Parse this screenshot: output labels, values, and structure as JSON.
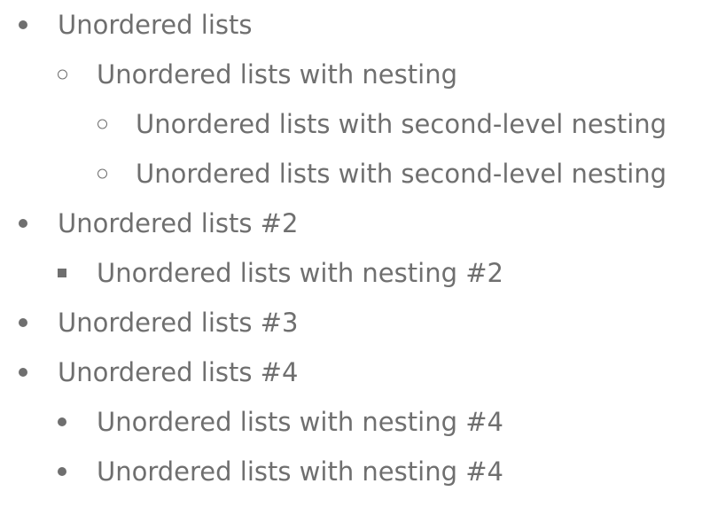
{
  "list": {
    "items": [
      {
        "label": "Unordered lists",
        "marker": "disc"
      },
      {
        "label": "Unordered lists with nesting",
        "marker": "circle"
      },
      {
        "label": "Unordered lists with second-level nesting",
        "marker": "circle"
      },
      {
        "label": "Unordered lists with second-level nesting",
        "marker": "circle"
      },
      {
        "label": "Unordered lists #2",
        "marker": "disc"
      },
      {
        "label": "Unordered lists with nesting #2",
        "marker": "square"
      },
      {
        "label": "Unordered lists #3",
        "marker": "disc"
      },
      {
        "label": "Unordered lists #4",
        "marker": "disc"
      },
      {
        "label": "Unordered lists with nesting #4",
        "marker": "disc"
      },
      {
        "label": "Unordered lists with nesting #4",
        "marker": "disc"
      }
    ]
  },
  "colors": {
    "text": "#6f6f6f",
    "background": "#ffffff"
  }
}
